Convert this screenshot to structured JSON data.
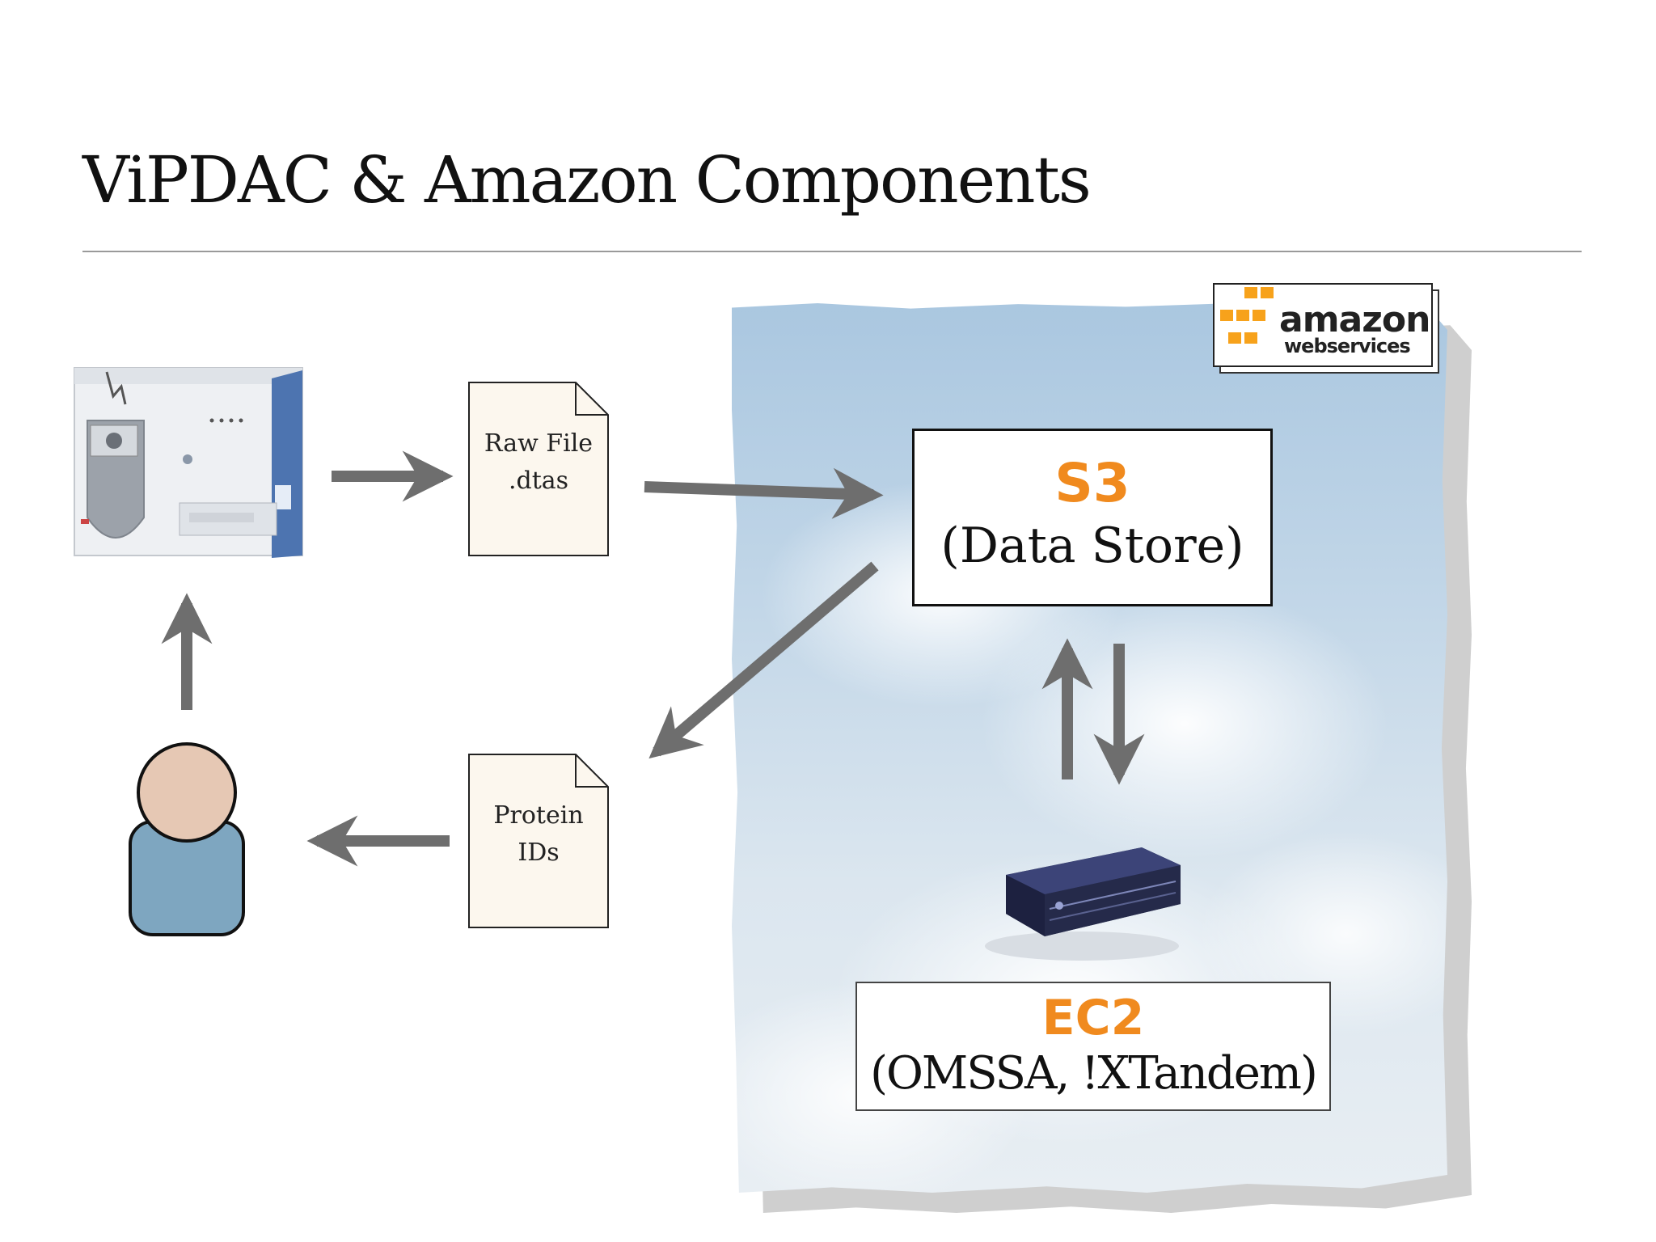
{
  "slide": {
    "title": "ViPDAC & Amazon Components"
  },
  "aws_logo": {
    "word": "amazon",
    "sub": "webservices"
  },
  "s3": {
    "name": "S3",
    "desc": "(Data Store)"
  },
  "ec2": {
    "name": "EC2",
    "desc": "(OMSSA, !XTandem)"
  },
  "raw_doc": {
    "line1": "Raw File",
    "line2": ".dtas"
  },
  "protein_doc": {
    "line1": "Protein",
    "line2": "IDs"
  },
  "colors": {
    "accent_orange": "#f08a1e",
    "arrow_gray": "#6e6e6e",
    "doc_fill": "#fcf7ee",
    "person_head": "#e6c8b4",
    "person_body": "#7ea6c0"
  }
}
